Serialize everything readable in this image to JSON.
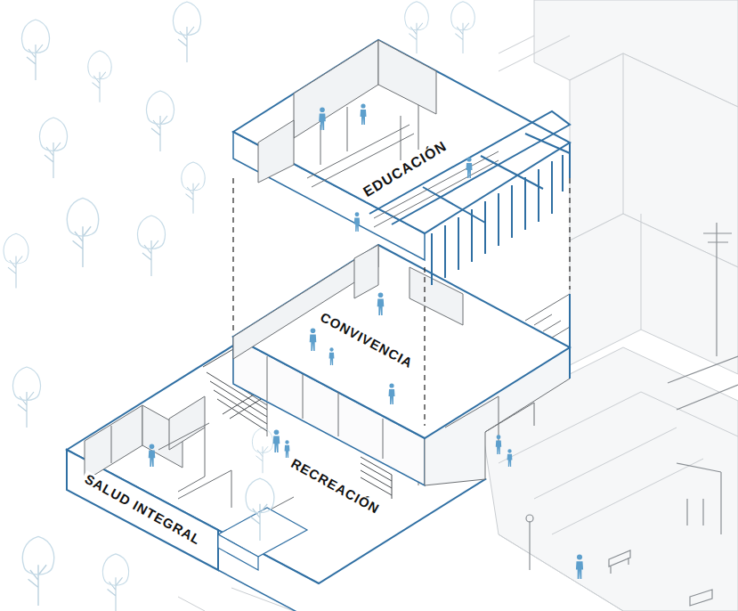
{
  "diagram": {
    "labels": [
      "EDUCACIÓN",
      "CONVIVENCIA",
      "RECREACIÓN",
      "SALUD INTEGRAL"
    ]
  }
}
